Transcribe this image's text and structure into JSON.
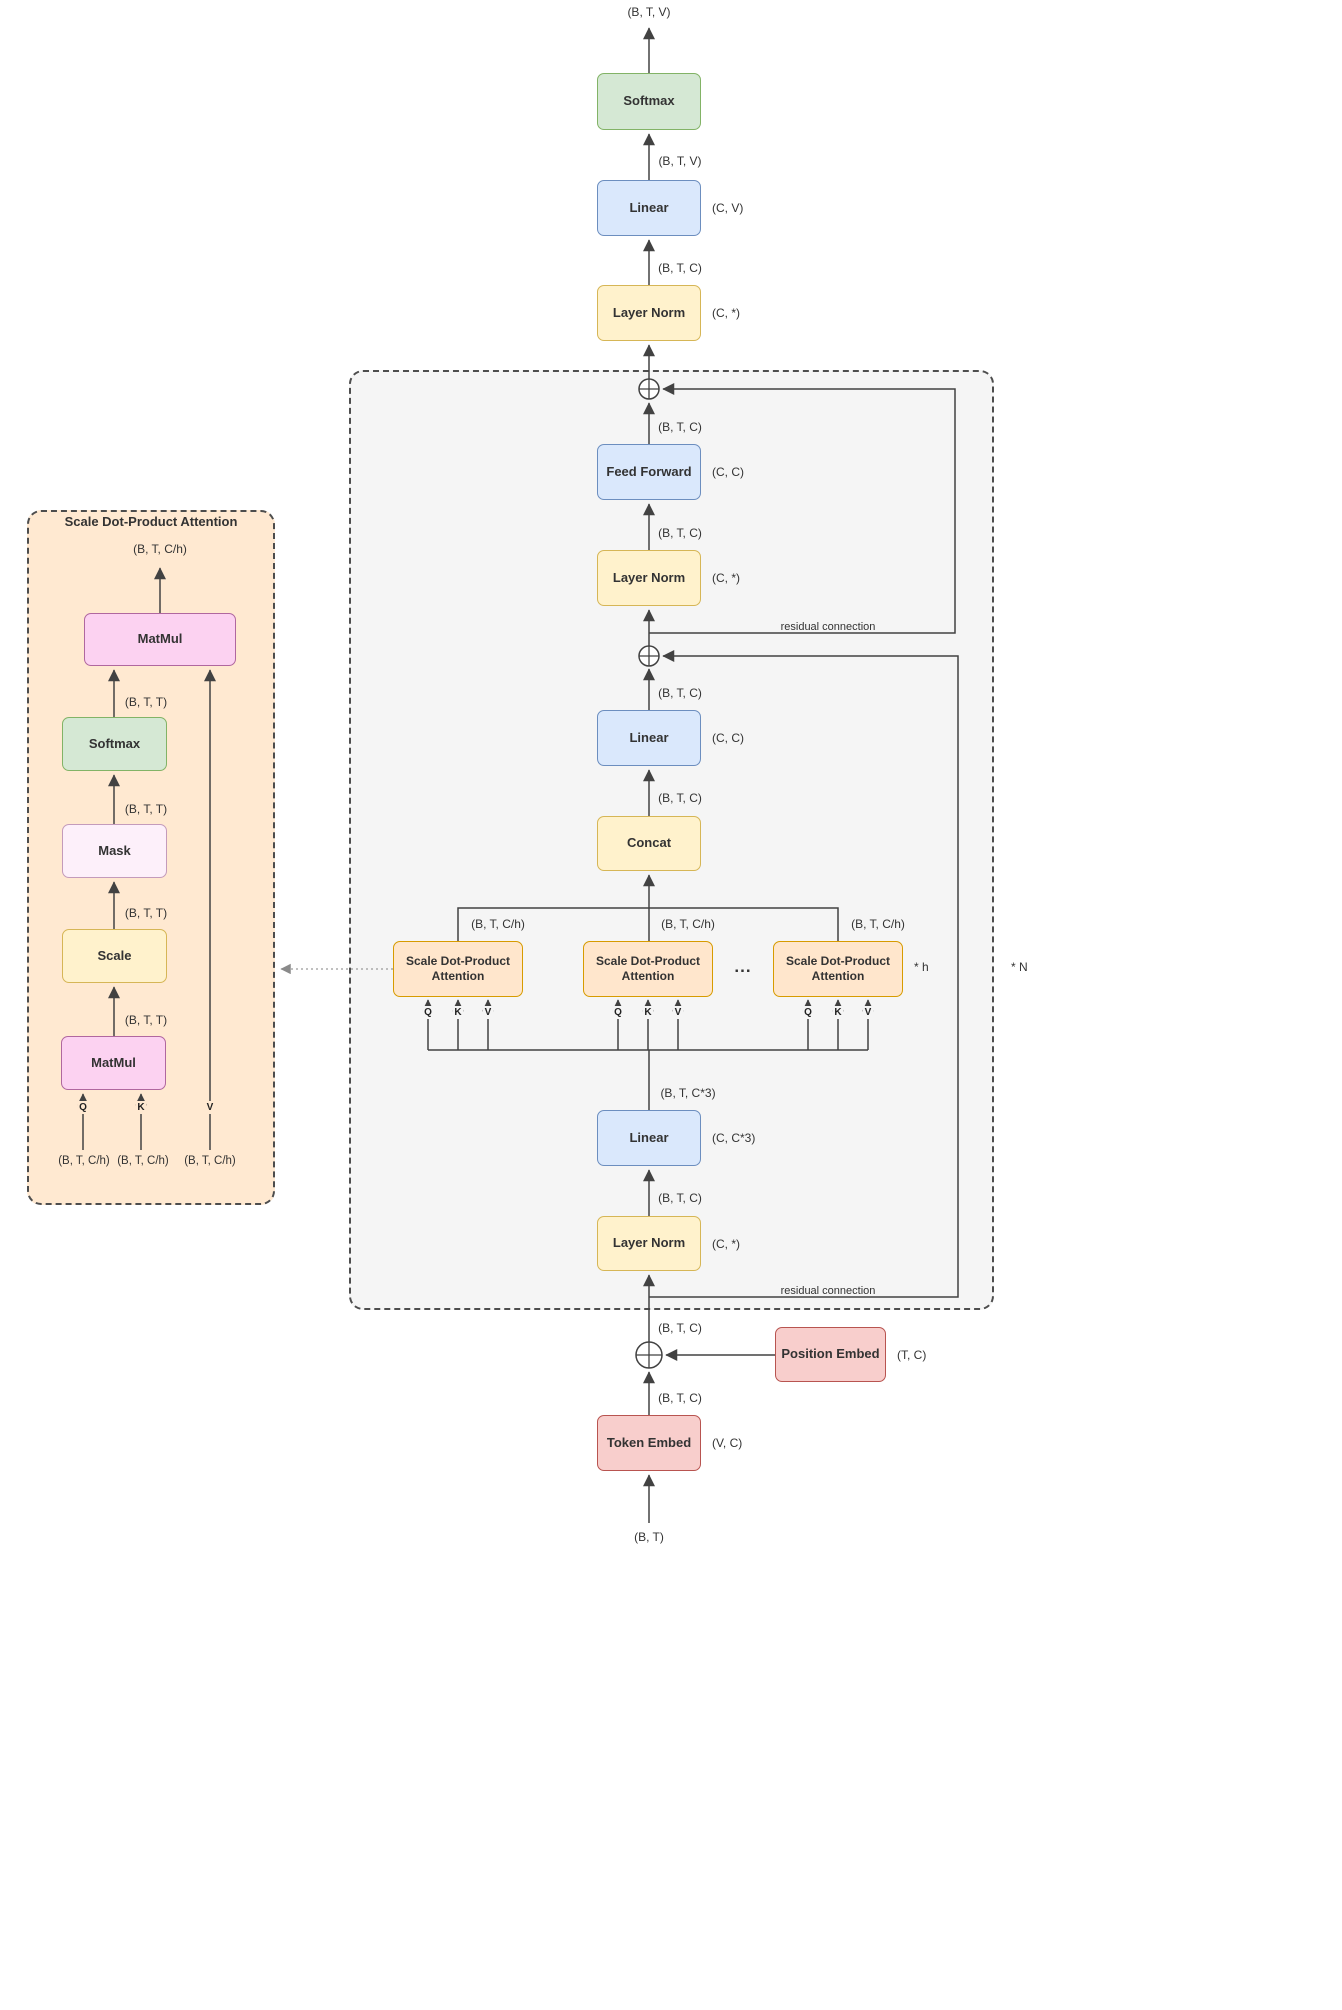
{
  "colors": {
    "softmax_fill": "#d5e8d4",
    "softmax_border": "#82b366",
    "linear_fill": "#dae8fc",
    "linear_border": "#6c8ebf",
    "norm_fill": "#fff2cc",
    "norm_border": "#d6b656",
    "embed_fill": "#f8cecc",
    "embed_border": "#b85450",
    "attention_fill": "#ffe6cc",
    "attention_border": "#d79b00",
    "matmul_fill": "#fcd2f1",
    "matmul_border": "#b0679f",
    "mask_fill": "#fdf0fa",
    "block_fill": "#f5f5f5",
    "panel_fill": "#ffe9d1",
    "arrow": "#424242"
  },
  "icons": {
    "add": "circled-plus"
  },
  "head": {
    "output_dim": "(B, T, V)",
    "softmax": "Softmax",
    "softmax_in": "(B, T, V)",
    "linear": "Linear",
    "linear_w": "(C, V)",
    "linear_in": "(B, T, C)",
    "layer_norm": "Layer Norm",
    "layer_norm_w": "(C, *)"
  },
  "block": {
    "repeat": "* N",
    "residual": "residual connection",
    "ff_out": "(B, T, C)",
    "feed_forward": "Feed Forward",
    "feed_forward_w": "(C, C)",
    "ff_in": "(B, T, C)",
    "layer_norm2": "Layer Norm",
    "layer_norm2_w": "(C, *)",
    "proj_out": "(B, T, C)",
    "linear_proj": "Linear",
    "linear_proj_w": "(C, C)",
    "concat_out": "(B, T, C)",
    "concat": "Concat",
    "head_out": "(B, T, C/h)",
    "attention": "Scale Dot-Product Attention",
    "ellipsis": "...",
    "heads_repeat": "* h",
    "q": "Q",
    "k": "K",
    "v": "V",
    "qkv_dim": "(B, T, C*3)",
    "linear_qkv": "Linear",
    "linear_qkv_w": "(C, C*3)",
    "linear_qkv_in": "(B, T, C)",
    "layer_norm1": "Layer Norm",
    "layer_norm1_w": "(C, *)"
  },
  "embed": {
    "block_in": "(B, T, C)",
    "position_embed": "Position Embed",
    "position_embed_w": "(T, C)",
    "sum_in": "(B, T, C)",
    "token_embed": "Token Embed",
    "token_embed_w": "(V, C)",
    "input_dim": "(B, T)"
  },
  "detail": {
    "title": "Scale Dot-Product Attention",
    "out_dim": "(B, T, C/h)",
    "matmul": "MatMul",
    "softmax": "Softmax",
    "mask": "Mask",
    "scale": "Scale",
    "btt": "(B, T, T)",
    "q": "Q",
    "k": "K",
    "v": "V",
    "in_dim": "(B, T, C/h)"
  }
}
